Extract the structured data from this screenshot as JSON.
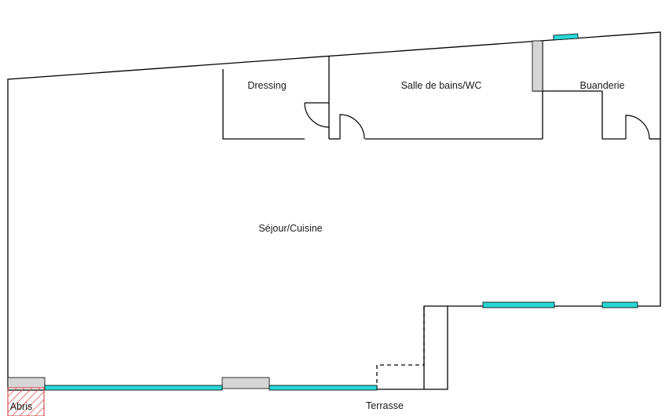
{
  "rooms": {
    "dressing": "Dressing",
    "bathroom": "Salle de bains/WC",
    "laundry": "Buanderie",
    "living": "Séjour/Cuisine",
    "terrace": "Terrasse",
    "shelter": "Abris"
  },
  "colors": {
    "wall": "#000000",
    "window": "#29d6d6",
    "solid_panel": "#d6d6d6",
    "shelter_hatch": "#d45555",
    "background": "#ffffff"
  }
}
